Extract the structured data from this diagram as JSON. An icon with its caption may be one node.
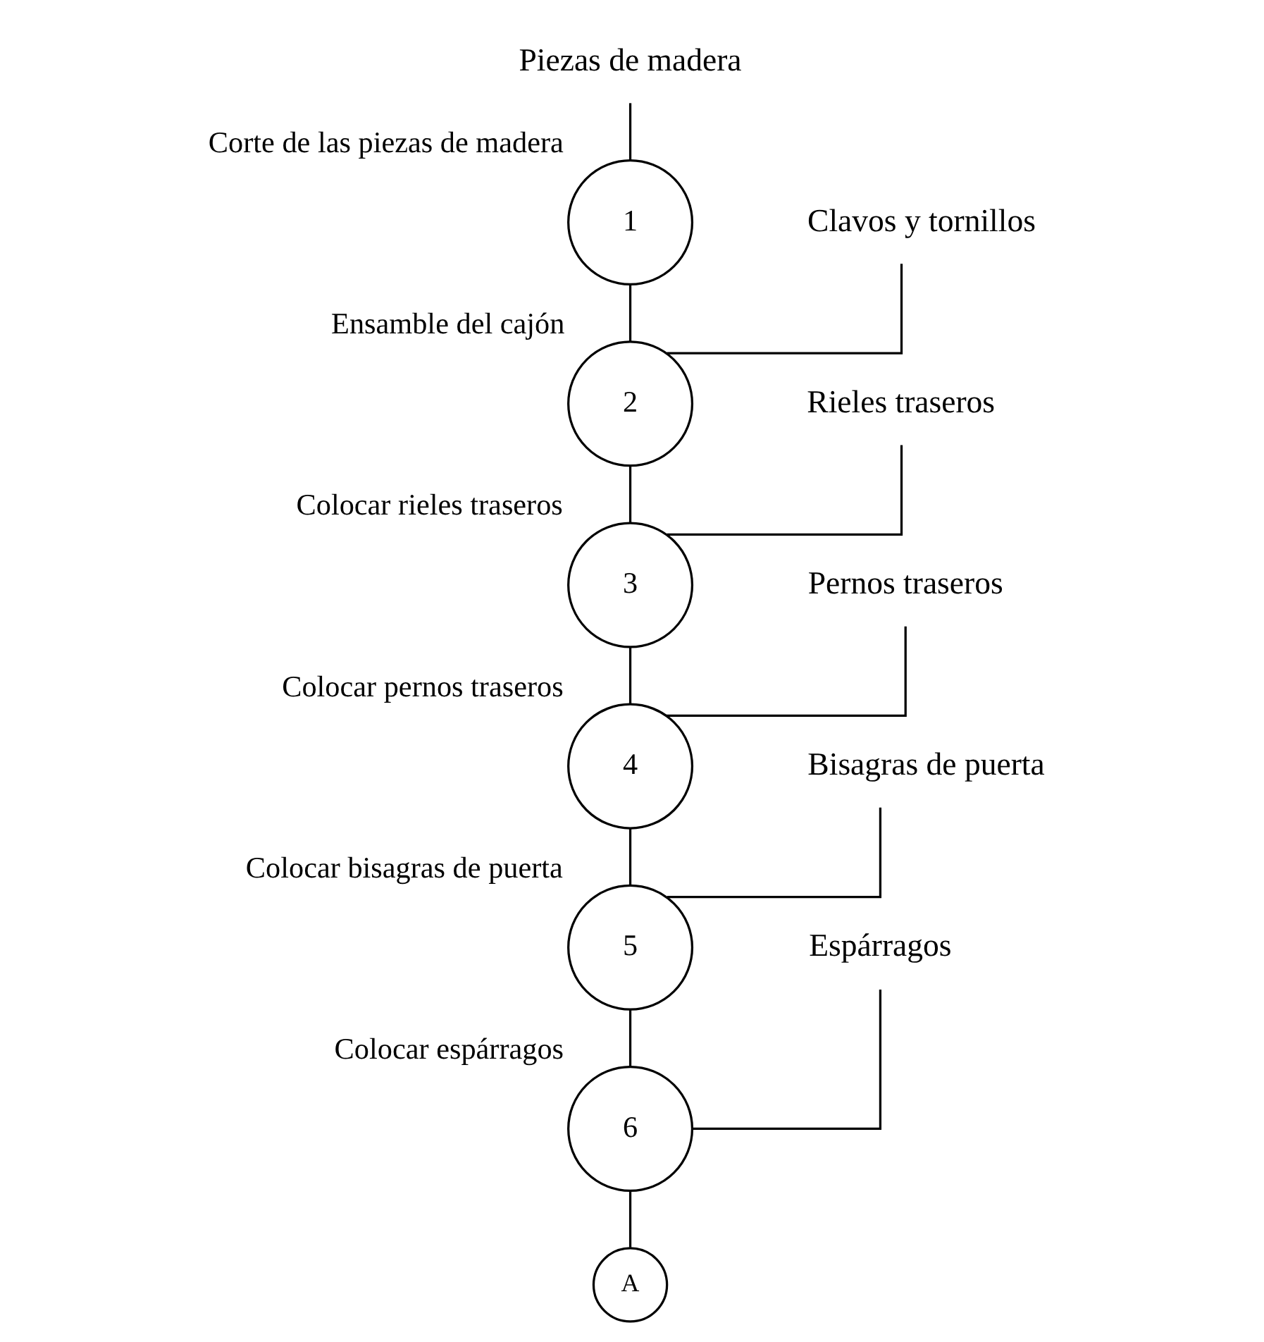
{
  "diagram": {
    "nodes": [
      {
        "text": [
          "Piezas de madera"
        ]
      },
      {
        "text": [
          "1"
        ],
        "beside": [
          "Corte de las piezas de madera"
        ]
      },
      {
        "text": [
          "Clavos y tornillos"
        ]
      },
      {
        "text": [
          "2"
        ],
        "beside": [
          "Ensamble del cajón"
        ]
      },
      {
        "text": [
          "Rieles traseros"
        ]
      },
      {
        "text": [
          "3"
        ],
        "beside": [
          "Colocar rieles traseros"
        ]
      },
      {
        "text": [
          "Pernos traseros"
        ]
      },
      {
        "text": [
          "4"
        ],
        "beside": [
          "Colocar pernos traseros"
        ]
      },
      {
        "text": [
          "Bisagras de puerta"
        ]
      },
      {
        "text": [
          "5"
        ],
        "beside": [
          "Colocar bisagras de puerta"
        ]
      },
      {
        "text": [
          "Espárragos"
        ]
      },
      {
        "text": [
          "6"
        ],
        "beside": [
          "Colocar espárragos"
        ]
      },
      {
        "text": [
          "A"
        ]
      }
    ],
    "edges": [
      {
        "from": 0,
        "to": 1,
        "arrow": "none"
      },
      {
        "from": 1,
        "to": 3,
        "arrow": "none"
      },
      {
        "from": 2,
        "to": 3,
        "arrow": "none"
      },
      {
        "from": 3,
        "to": 5,
        "arrow": "none"
      },
      {
        "from": 4,
        "to": 5,
        "arrow": "none"
      },
      {
        "from": 5,
        "to": 7,
        "arrow": "none"
      },
      {
        "from": 6,
        "to": 7,
        "arrow": "none"
      },
      {
        "from": 7,
        "to": 9,
        "arrow": "none"
      },
      {
        "from": 8,
        "to": 9,
        "arrow": "none"
      },
      {
        "from": 9,
        "to": 11,
        "arrow": "none"
      },
      {
        "from": 10,
        "to": 11,
        "arrow": "none"
      },
      {
        "from": 11,
        "to": 12,
        "arrow": "none"
      }
    ]
  }
}
